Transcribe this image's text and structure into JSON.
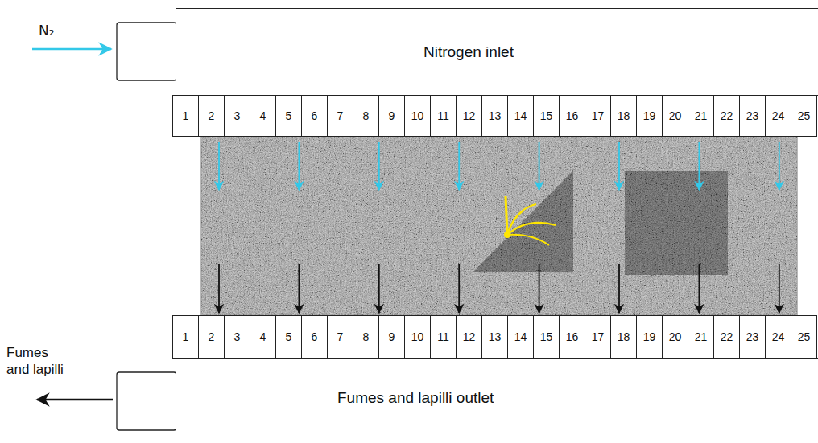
{
  "diagram": {
    "nodes": [
      {
        "text": [
          "Nitrogen inlet"
        ]
      },
      {
        "text": [
          "1"
        ]
      },
      {
        "text": [
          "2"
        ]
      },
      {
        "text": [
          "3"
        ]
      },
      {
        "text": [
          "4"
        ]
      },
      {
        "text": [
          "5"
        ]
      },
      {
        "text": [
          "6"
        ]
      },
      {
        "text": [
          "7"
        ]
      },
      {
        "text": [
          "8"
        ]
      },
      {
        "text": [
          "9"
        ]
      },
      {
        "text": [
          "10"
        ]
      },
      {
        "text": [
          "11"
        ]
      },
      {
        "text": [
          "12"
        ]
      },
      {
        "text": [
          "13"
        ]
      },
      {
        "text": [
          "14"
        ]
      },
      {
        "text": [
          "15"
        ]
      },
      {
        "text": [
          "16"
        ]
      },
      {
        "text": [
          "17"
        ]
      },
      {
        "text": [
          "18"
        ]
      },
      {
        "text": [
          "19"
        ]
      },
      {
        "text": [
          "20"
        ]
      },
      {
        "text": [
          "21"
        ]
      },
      {
        "text": [
          "22"
        ]
      },
      {
        "text": [
          "23"
        ]
      },
      {
        "text": [
          "24"
        ]
      },
      {
        "text": [
          "25"
        ]
      },
      {
        "text": [
          "1"
        ]
      },
      {
        "text": [
          "2"
        ]
      },
      {
        "text": [
          "3"
        ]
      },
      {
        "text": [
          "4"
        ]
      },
      {
        "text": [
          "5"
        ]
      },
      {
        "text": [
          "6"
        ]
      },
      {
        "text": [
          "7"
        ]
      },
      {
        "text": [
          "8"
        ]
      },
      {
        "text": [
          "9"
        ]
      },
      {
        "text": [
          "10"
        ]
      },
      {
        "text": [
          "11"
        ]
      },
      {
        "text": [
          "12"
        ]
      },
      {
        "text": [
          "13"
        ]
      },
      {
        "text": [
          "14"
        ]
      },
      {
        "text": [
          "15"
        ]
      },
      {
        "text": [
          "16"
        ]
      },
      {
        "text": [
          "17"
        ]
      },
      {
        "text": [
          "18"
        ]
      },
      {
        "text": [
          "19"
        ]
      },
      {
        "text": [
          "20"
        ]
      },
      {
        "text": [
          "21"
        ]
      },
      {
        "text": [
          "22"
        ]
      },
      {
        "text": [
          "23"
        ]
      },
      {
        "text": [
          "24"
        ]
      },
      {
        "text": [
          "25"
        ]
      },
      {
        "text": [
          "Fumes and lapilli outlet"
        ]
      }
    ],
    "labels": [
      "N₂",
      "Fumes and lapilli"
    ]
  }
}
